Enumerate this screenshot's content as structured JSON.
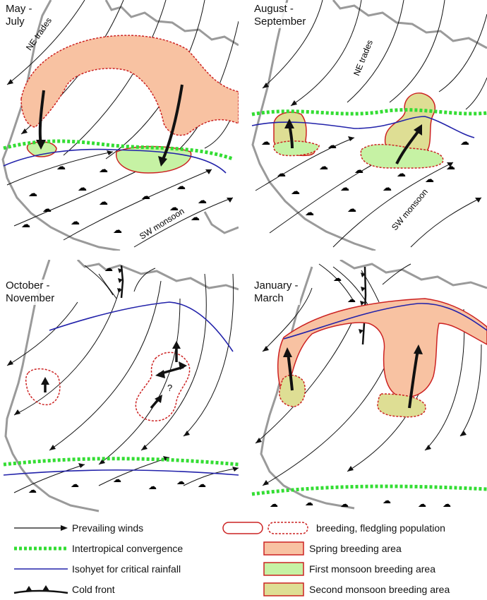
{
  "panels": [
    {
      "id": "may-july",
      "title": "May -\nJuly",
      "labels": [
        "NE trades",
        "SW monsoon"
      ]
    },
    {
      "id": "aug-sep",
      "title": "August -\nSeptember",
      "labels": [
        "NE trades",
        "SW monsoon"
      ]
    },
    {
      "id": "oct-nov",
      "title": "October -\nNovember",
      "labels": [
        "?"
      ]
    },
    {
      "id": "jan-mar",
      "title": "January -\nMarch",
      "labels": []
    }
  ],
  "legend": {
    "winds": "Prevailing winds",
    "itcz": "Intertropical convergence",
    "isohyet": "Isohyet for critical rainfall",
    "cold_front": "Cold front",
    "breeding": "breeding, fledgling population",
    "spring": "Spring breeding area",
    "first_monsoon": "First monsoon breeding area",
    "second_monsoon": "Second monsoon breeding area"
  },
  "colors": {
    "coast": "#9a9a9a",
    "itcz": "#33dd33",
    "isohyet": "#2222aa",
    "spring_fill": "#f8c2a2",
    "first_monsoon_fill": "#c6f2a4",
    "second_monsoon_fill": "#dede94",
    "outline": "#cc2222"
  }
}
